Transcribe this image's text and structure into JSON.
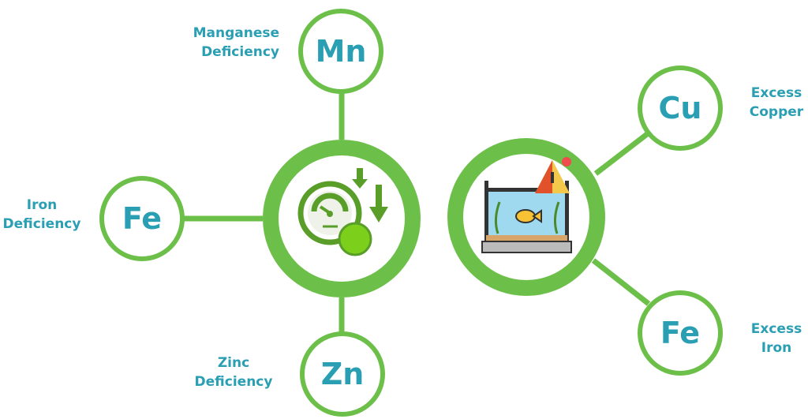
{
  "colors": {
    "ring": "#6cc04a",
    "text": "#2a9fb3"
  },
  "deficiency": {
    "icon": "gauge-down-icon",
    "nodes": [
      {
        "symbol": "Mn",
        "label": [
          "Manganese",
          "Deficiency"
        ]
      },
      {
        "symbol": "Fe",
        "label": [
          "Iron",
          "Deficiency"
        ]
      },
      {
        "symbol": "Zn",
        "label": [
          "Zinc",
          "Deficiency"
        ]
      }
    ]
  },
  "excess": {
    "icon": "aquarium-warning-icon",
    "nodes": [
      {
        "symbol": "Cu",
        "label": [
          "Excess",
          "Copper"
        ]
      },
      {
        "symbol": "Fe",
        "label": [
          "Excess",
          "Iron"
        ]
      }
    ]
  }
}
